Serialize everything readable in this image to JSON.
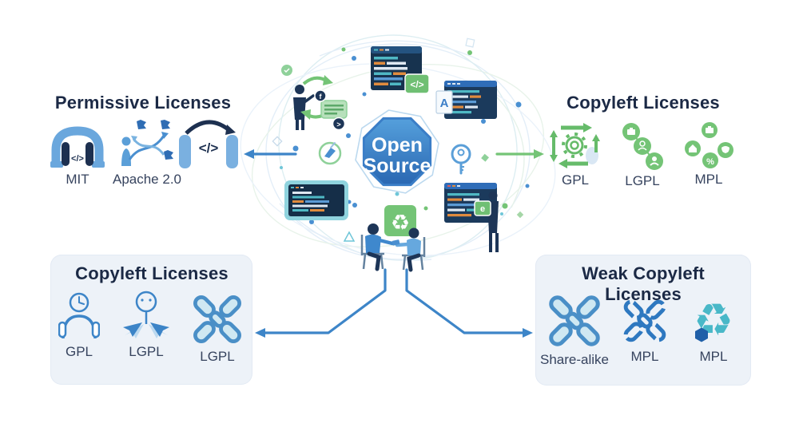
{
  "center": {
    "badge_top": "Open",
    "badge_bottom": "Source",
    "code_badge_label": "</>",
    "doc_letter": "A",
    "card_letter": "e",
    "coin_letter": "f",
    "chevron_badge": ">"
  },
  "sections": {
    "permissive": {
      "title": "Permissive Licenses",
      "items": [
        {
          "icon": "mit-arch-icon",
          "label": "MIT"
        },
        {
          "icon": "apache-contributors-icon",
          "label": "Apache 2.0"
        },
        {
          "icon": "code-arch-arrow-icon",
          "label": ""
        }
      ]
    },
    "copyleft_top": {
      "title": "Copyleft Licenses",
      "items": [
        {
          "icon": "gpl-cycle-gear-icon",
          "label": "GPL"
        },
        {
          "icon": "lgpl-nodes-icon",
          "label": "LGPL"
        },
        {
          "icon": "mpl-nodes-icon",
          "label": "MPL"
        }
      ]
    },
    "copyleft_bottom": {
      "title": "Copyleft Licenses",
      "items": [
        {
          "icon": "person-clock-icon",
          "label": "GPL"
        },
        {
          "icon": "person-planes-icon",
          "label": "LGPL"
        },
        {
          "icon": "chain-cross-light-icon",
          "label": "LGPL"
        }
      ]
    },
    "weak_copyleft": {
      "title": "Weak Copyleft Licenses",
      "items": [
        {
          "icon": "chain-cross-light-icon",
          "label": "Share-alike"
        },
        {
          "icon": "chain-cross-blue-icon",
          "label": "MPL"
        },
        {
          "icon": "recycle-icon",
          "label": "MPL"
        }
      ]
    }
  },
  "colors": {
    "arrow_blue": "#3d85c8",
    "arrow_green": "#74c476",
    "panel_bg": "#edf2f8",
    "heading_text": "#1b2945",
    "label_text": "#36435e",
    "badge_gradient_top": "#55a0dc",
    "badge_gradient_bottom": "#2a67b2",
    "icon_green": "#6fbf73",
    "icon_blue": "#4a8fc7",
    "chain_fill": "#cfe8f2",
    "code_window_bg": "#1b3a5c",
    "recycle_teal": "#49b8c8"
  }
}
